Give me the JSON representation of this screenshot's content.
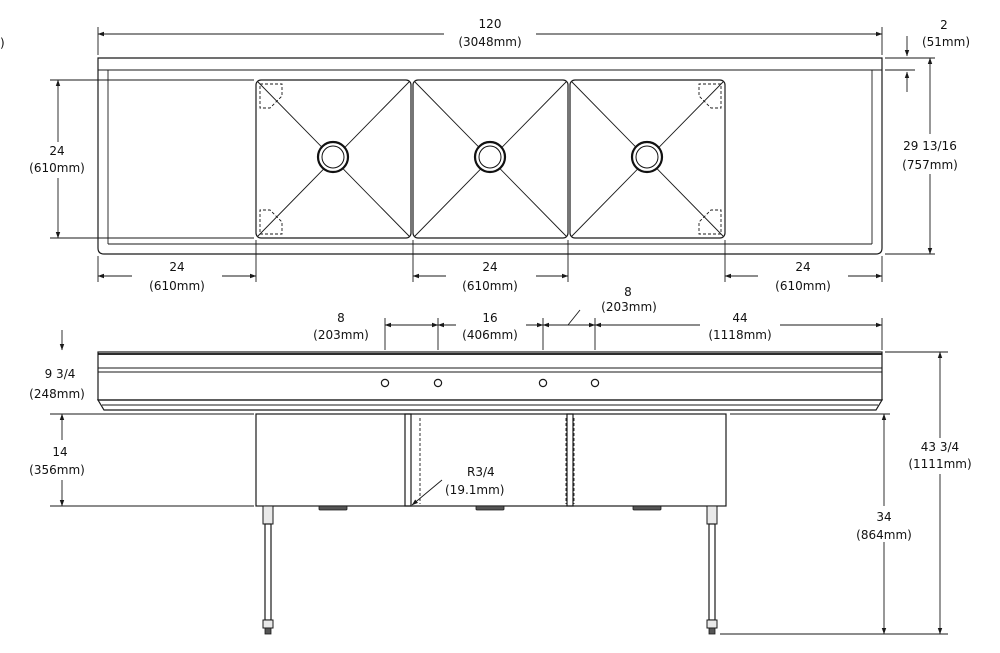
{
  "top_view": {
    "overall_width": {
      "in": "120",
      "mm": "(3048mm)"
    },
    "backsplash": {
      "in": "2",
      "mm": "(51mm)"
    },
    "bowl_depth": {
      "in": "24",
      "mm": "(610mm)"
    },
    "overall_depth": {
      "in": "29 13/16",
      "mm": "(757mm)"
    },
    "left_drainboard": {
      "in": "24",
      "mm": "(610mm)"
    },
    "bowl_width": {
      "in": "24",
      "mm": "(610mm)"
    },
    "right_drainboard": {
      "in": "24",
      "mm": "(610mm)"
    },
    "left_edge_fragment": ")"
  },
  "front_view": {
    "faucet_spread_left": {
      "in": "8",
      "mm": "(203mm)"
    },
    "faucet_center_spacing": {
      "in": "16",
      "mm": "(406mm)"
    },
    "faucet_spread_right": {
      "in": "8",
      "mm": "(203mm)"
    },
    "right_offset": {
      "in": "44",
      "mm": "(1118mm)"
    },
    "splash_height": {
      "in": "9 3/4",
      "mm": "(248mm)"
    },
    "bowl_height": {
      "in": "14",
      "mm": "(356mm)"
    },
    "corner_radius": {
      "in": "R3/4",
      "mm": "(19.1mm)"
    },
    "overall_height": {
      "in": "43 3/4",
      "mm": "(1111mm)"
    },
    "working_height": {
      "in": "34",
      "mm": "(864mm)"
    }
  }
}
